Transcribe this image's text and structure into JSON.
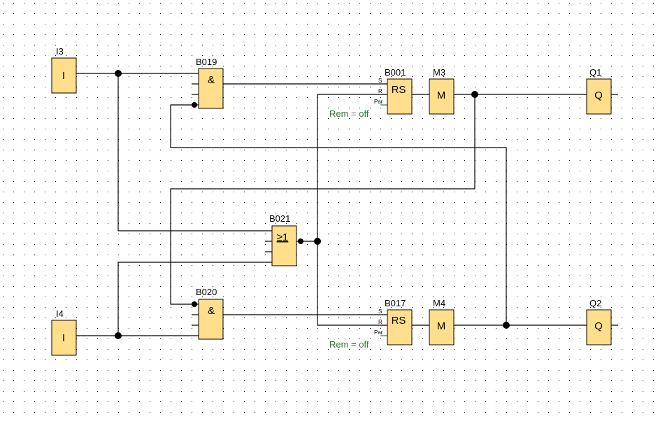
{
  "diagram": {
    "type": "LOGO! function block diagram",
    "colors": {
      "block_fill": "#ffde8c",
      "wire": "#000000",
      "grid_dot": "#000000",
      "remanence_text": "#2e7d32"
    },
    "blocks": [
      {
        "id": "I3",
        "label": "I3",
        "symbol": "I",
        "kind": "input"
      },
      {
        "id": "I4",
        "label": "I4",
        "symbol": "I",
        "kind": "input"
      },
      {
        "id": "B019",
        "label": "B019",
        "symbol": "&",
        "kind": "and"
      },
      {
        "id": "B020",
        "label": "B020",
        "symbol": "&",
        "kind": "and"
      },
      {
        "id": "B021",
        "label": "B021",
        "symbol": "≥1",
        "kind": "or"
      },
      {
        "id": "B001",
        "label": "B001",
        "symbol": "RS",
        "kind": "latching-relay",
        "pins": [
          "S",
          "R",
          "Par"
        ],
        "remanence": "Rem = off"
      },
      {
        "id": "B017",
        "label": "B017",
        "symbol": "RS",
        "kind": "latching-relay",
        "pins": [
          "S",
          "R",
          "Par"
        ],
        "remanence": "Rem = off"
      },
      {
        "id": "M3",
        "label": "M3",
        "symbol": "M",
        "kind": "flag"
      },
      {
        "id": "M4",
        "label": "M4",
        "symbol": "M",
        "kind": "flag"
      },
      {
        "id": "Q1",
        "label": "Q1",
        "symbol": "Q",
        "kind": "output"
      },
      {
        "id": "Q2",
        "label": "Q2",
        "symbol": "Q",
        "kind": "output"
      }
    ],
    "connections": [
      {
        "from": "I3",
        "to": "B019.in1"
      },
      {
        "from": "I3",
        "to": "B021.in1"
      },
      {
        "from": "I4",
        "to": "B020.in4"
      },
      {
        "from": "I4",
        "to": "B021.in4"
      },
      {
        "from": "B019",
        "to": "B001.S"
      },
      {
        "from": "B020",
        "to": "B017.S"
      },
      {
        "from": "B021",
        "to": "B001.R"
      },
      {
        "from": "B021",
        "to": "B017.R"
      },
      {
        "from": "B001",
        "to": "M3"
      },
      {
        "from": "B017",
        "to": "M4"
      },
      {
        "from": "M3",
        "to": "Q1"
      },
      {
        "from": "M3",
        "to": "B020.in1"
      },
      {
        "from": "M4",
        "to": "Q2"
      },
      {
        "from": "M4",
        "to": "B019.in4"
      }
    ]
  }
}
